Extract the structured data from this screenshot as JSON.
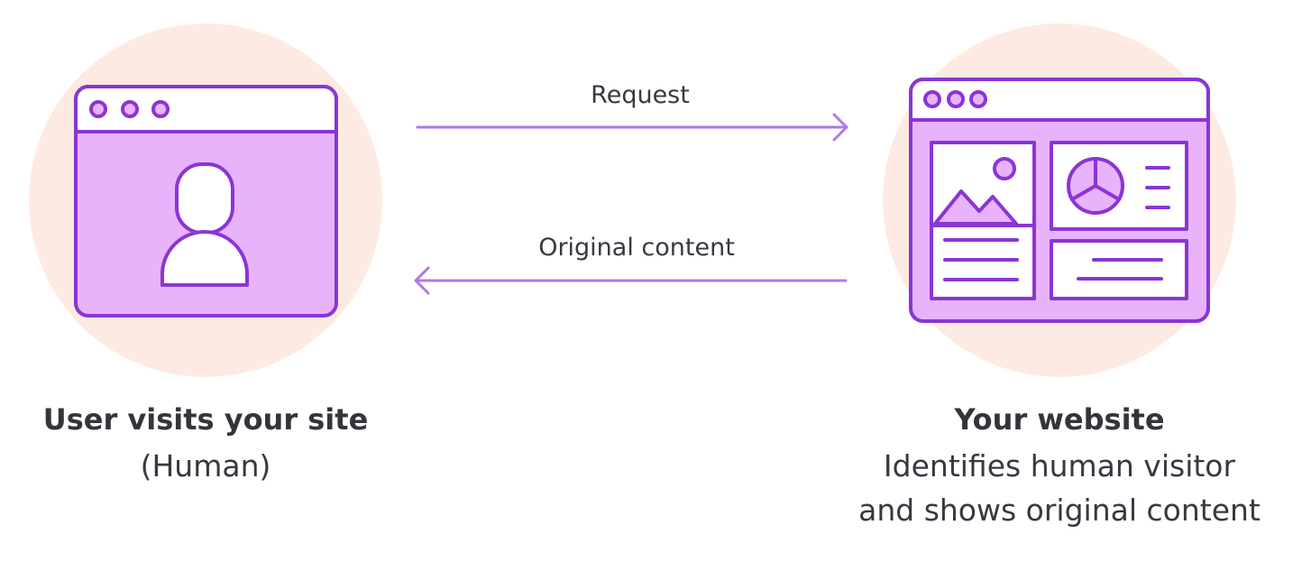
{
  "arrows": {
    "request_label": "Request",
    "response_label": "Original content"
  },
  "user": {
    "title": "User visits your site",
    "subtitle": "(Human)"
  },
  "website": {
    "title": "Your website",
    "description_line1": "Identifies human visitor",
    "description_line2": "and shows original content"
  },
  "colors": {
    "circle_bg": "#fdebe3",
    "window_fill": "#e8b3fb",
    "window_stroke": "#8a35d6",
    "arrow": "#b176e8",
    "text": "#3a3742"
  },
  "icons": {
    "user_window": "browser-window-with-person-icon",
    "website_window": "browser-window-with-dashboard-icon"
  }
}
